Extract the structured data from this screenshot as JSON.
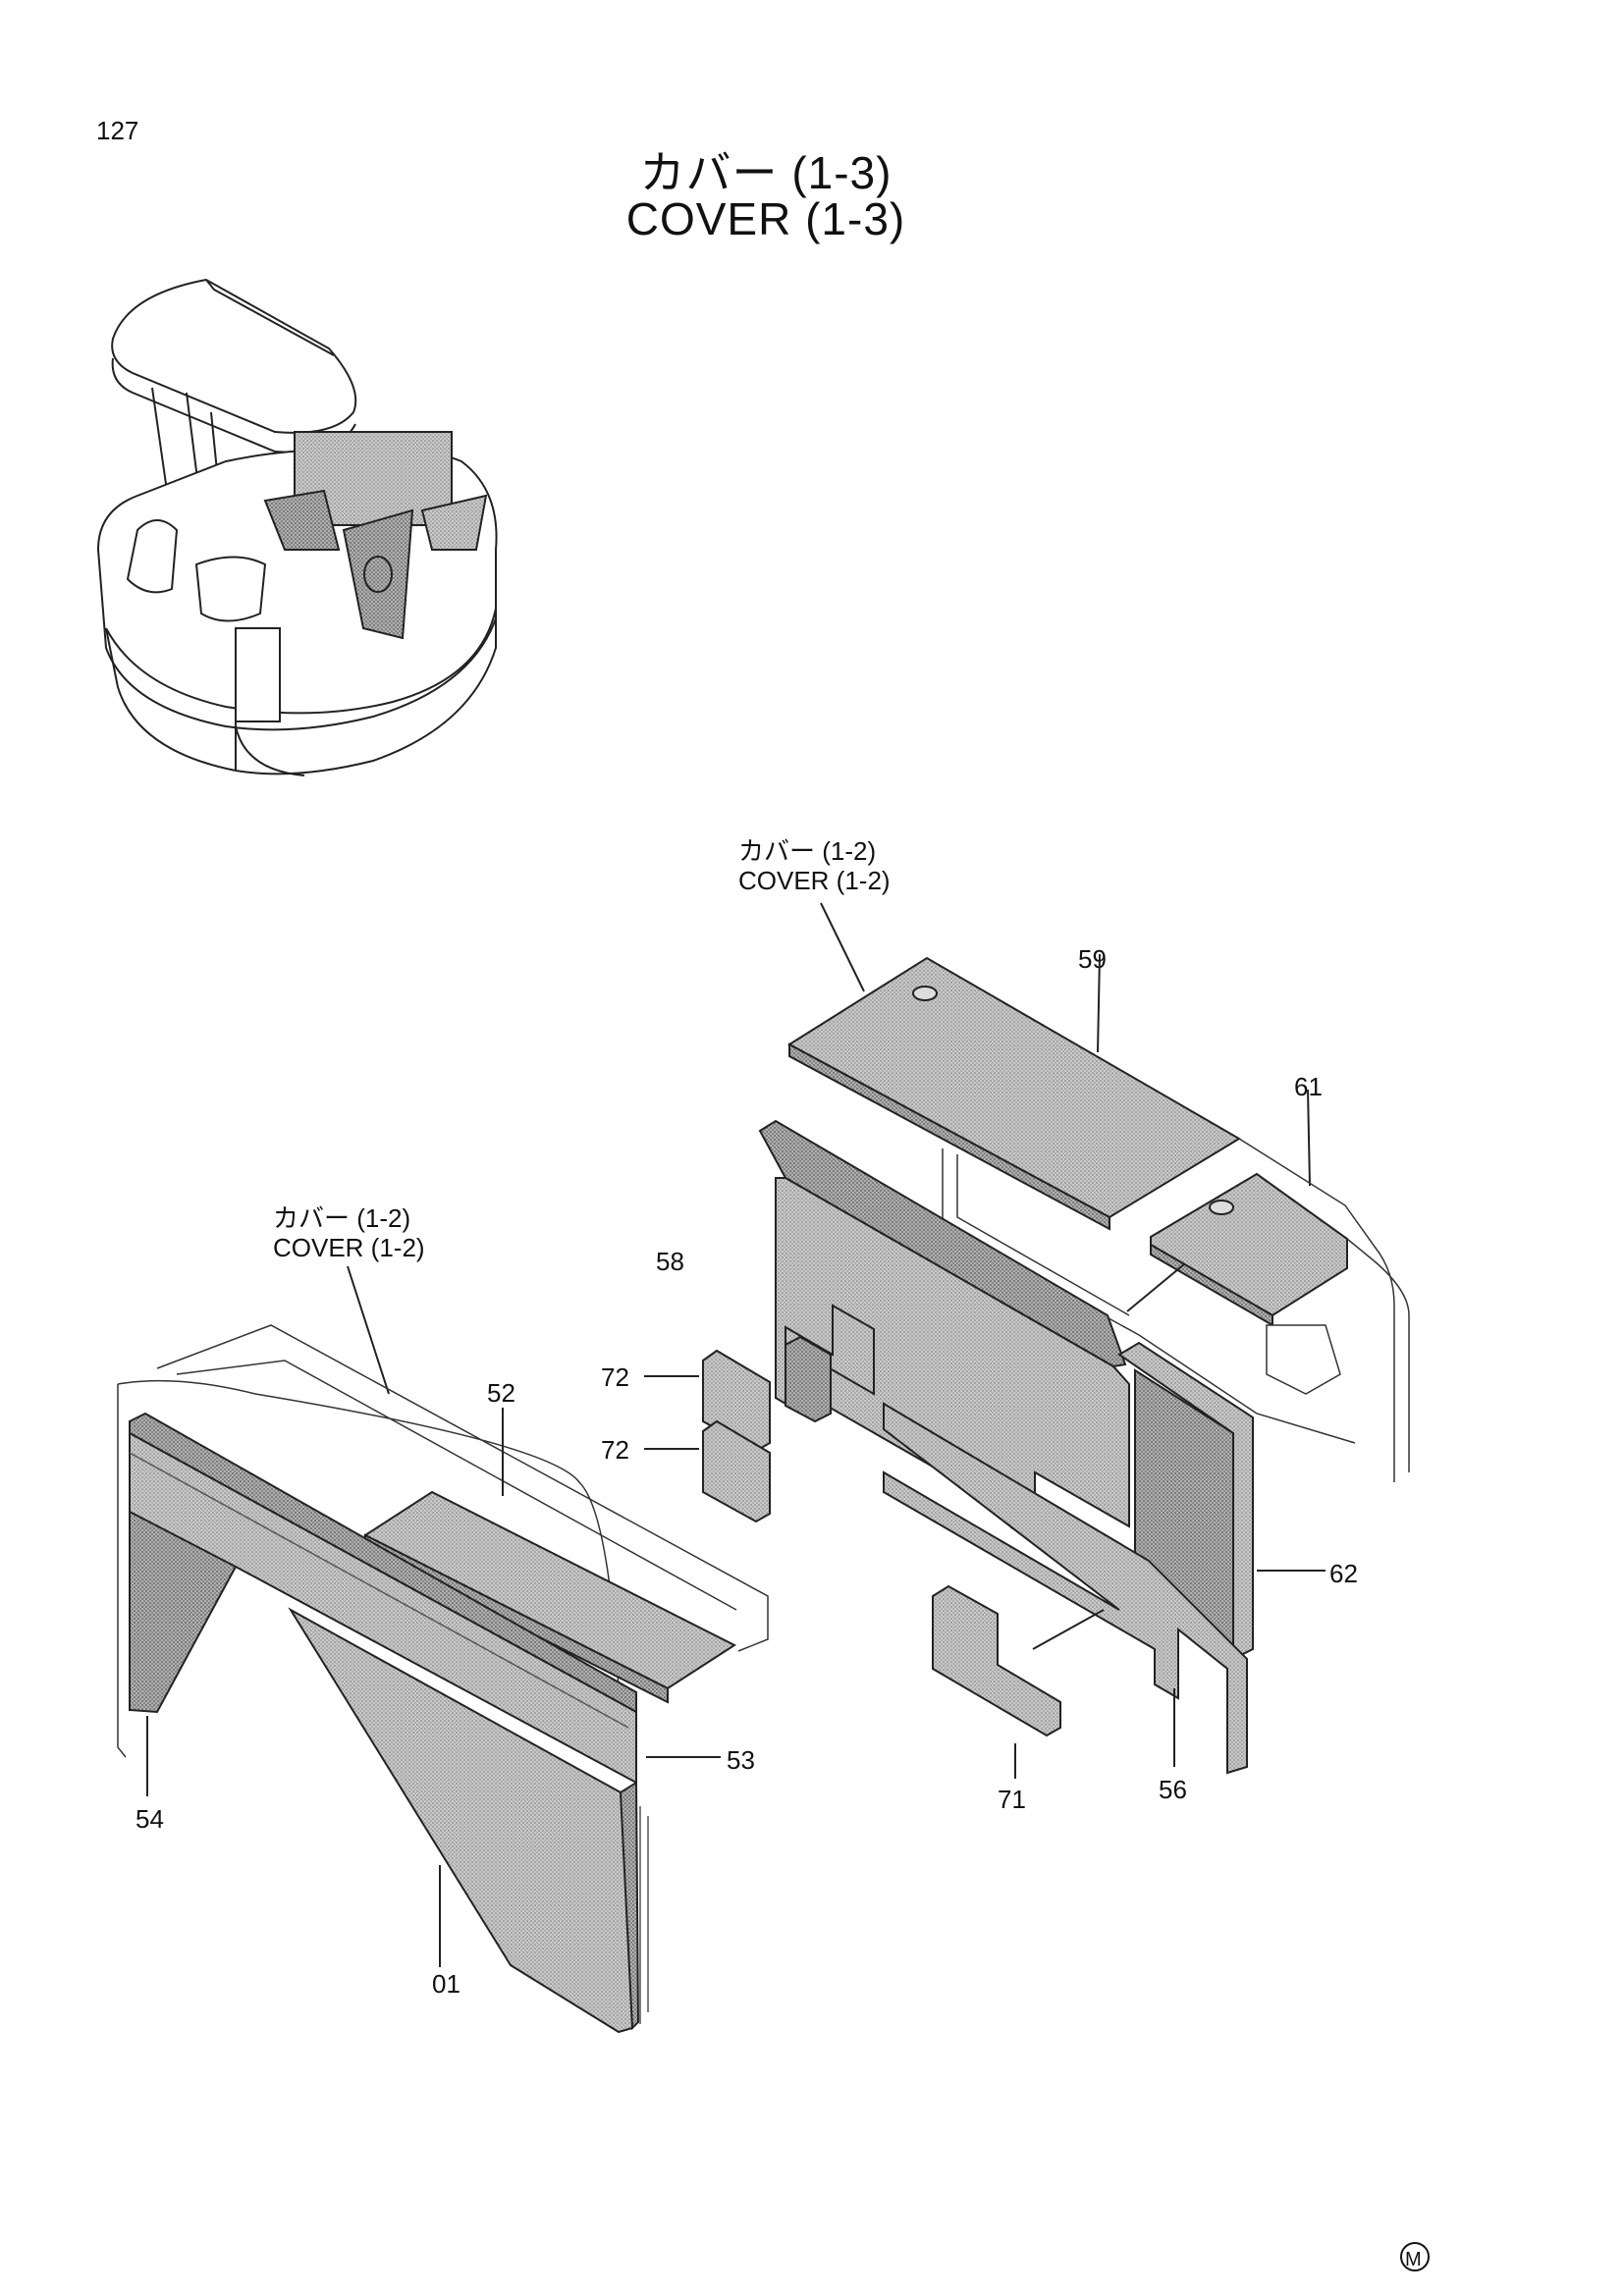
{
  "page_number": "127",
  "title": {
    "japanese": "カバー (1-3)",
    "english": "COVER (1-3)"
  },
  "references": [
    {
      "japanese": "カバー (1-2)",
      "english": "COVER (1-2)"
    },
    {
      "japanese": "カバー (1-2)",
      "english": "COVER (1-2)"
    }
  ],
  "callouts": [
    "59",
    "61",
    "58",
    "72",
    "72",
    "62",
    "71",
    "56",
    "52",
    "53",
    "54",
    "01"
  ],
  "maker_mark": "M"
}
